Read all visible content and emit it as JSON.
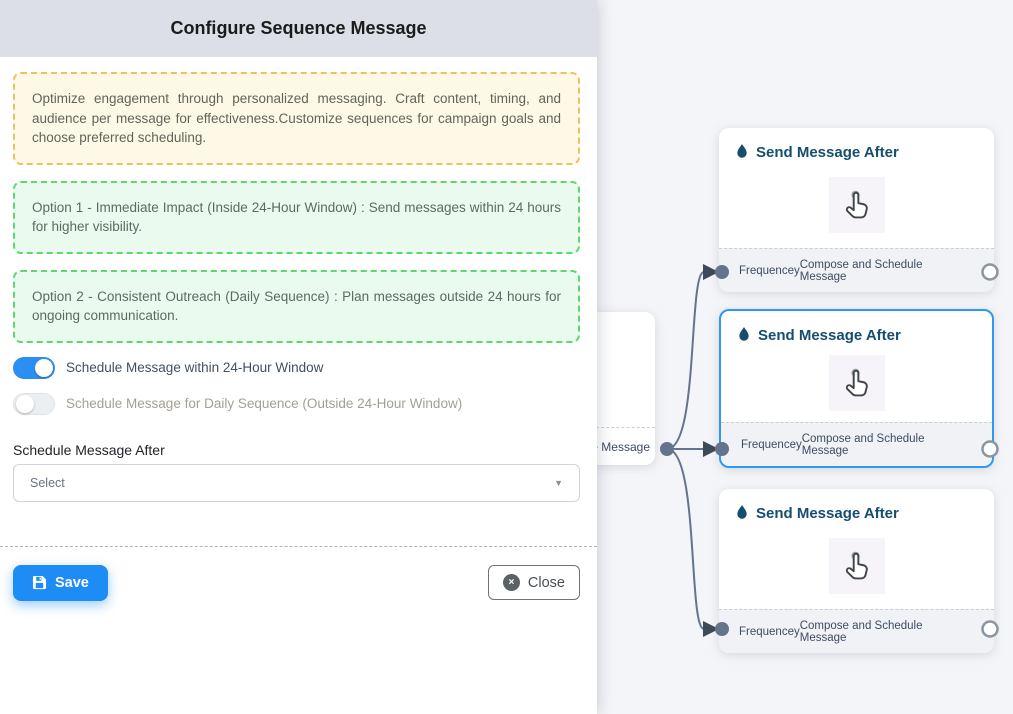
{
  "panel": {
    "title": "Configure Sequence Message",
    "intro_text": "Optimize engagement through personalized messaging. Craft content, timing, and audience per message for effectiveness.Customize sequences for campaign goals and choose preferred scheduling.",
    "options": [
      {
        "text": "Option 1 - Immediate Impact (Inside 24-Hour Window) : Send messages within 24 hours for higher visibility."
      },
      {
        "text": "Option 2 - Consistent Outreach (Daily Sequence) : Plan messages outside 24 hours for ongoing communication."
      }
    ],
    "toggles": [
      {
        "label": "Schedule Message within 24-Hour Window",
        "state": "on"
      },
      {
        "label": "Schedule Message for Daily Sequence (Outside 24-Hour Window)",
        "state": "off"
      }
    ],
    "schedule_after": {
      "label": "Schedule Message After",
      "value": "Select"
    },
    "buttons": {
      "save": "Save",
      "close": "Close"
    }
  },
  "canvas": {
    "partial_node": {
      "visible_label": "ce Message"
    },
    "nodes": [
      {
        "title": "Send Message After",
        "footer_left": "Frequencey",
        "footer_right": "Compose and Schedule Message",
        "selected": false
      },
      {
        "title": "Send Message After",
        "footer_left": "Frequencey",
        "footer_right": "Compose and Schedule Message",
        "selected": true
      },
      {
        "title": "Send Message After",
        "footer_left": "Frequencey",
        "footer_right": "Compose and Schedule Message",
        "selected": false
      }
    ]
  },
  "icons": {
    "caret": "▼",
    "close_x": "×"
  },
  "colors": {
    "accent_blue": "#1d8cf5",
    "toggle_on": "#2b8ff2",
    "selected_node_border": "#2f97f4",
    "node_title": "#164e6f",
    "edge": "#64748b",
    "warning_border": "#edc163",
    "warning_bg": "#fdf9e6",
    "success_border": "#5fd76c",
    "success_bg": "#eafaef",
    "header_bg": "#dce0e6"
  }
}
